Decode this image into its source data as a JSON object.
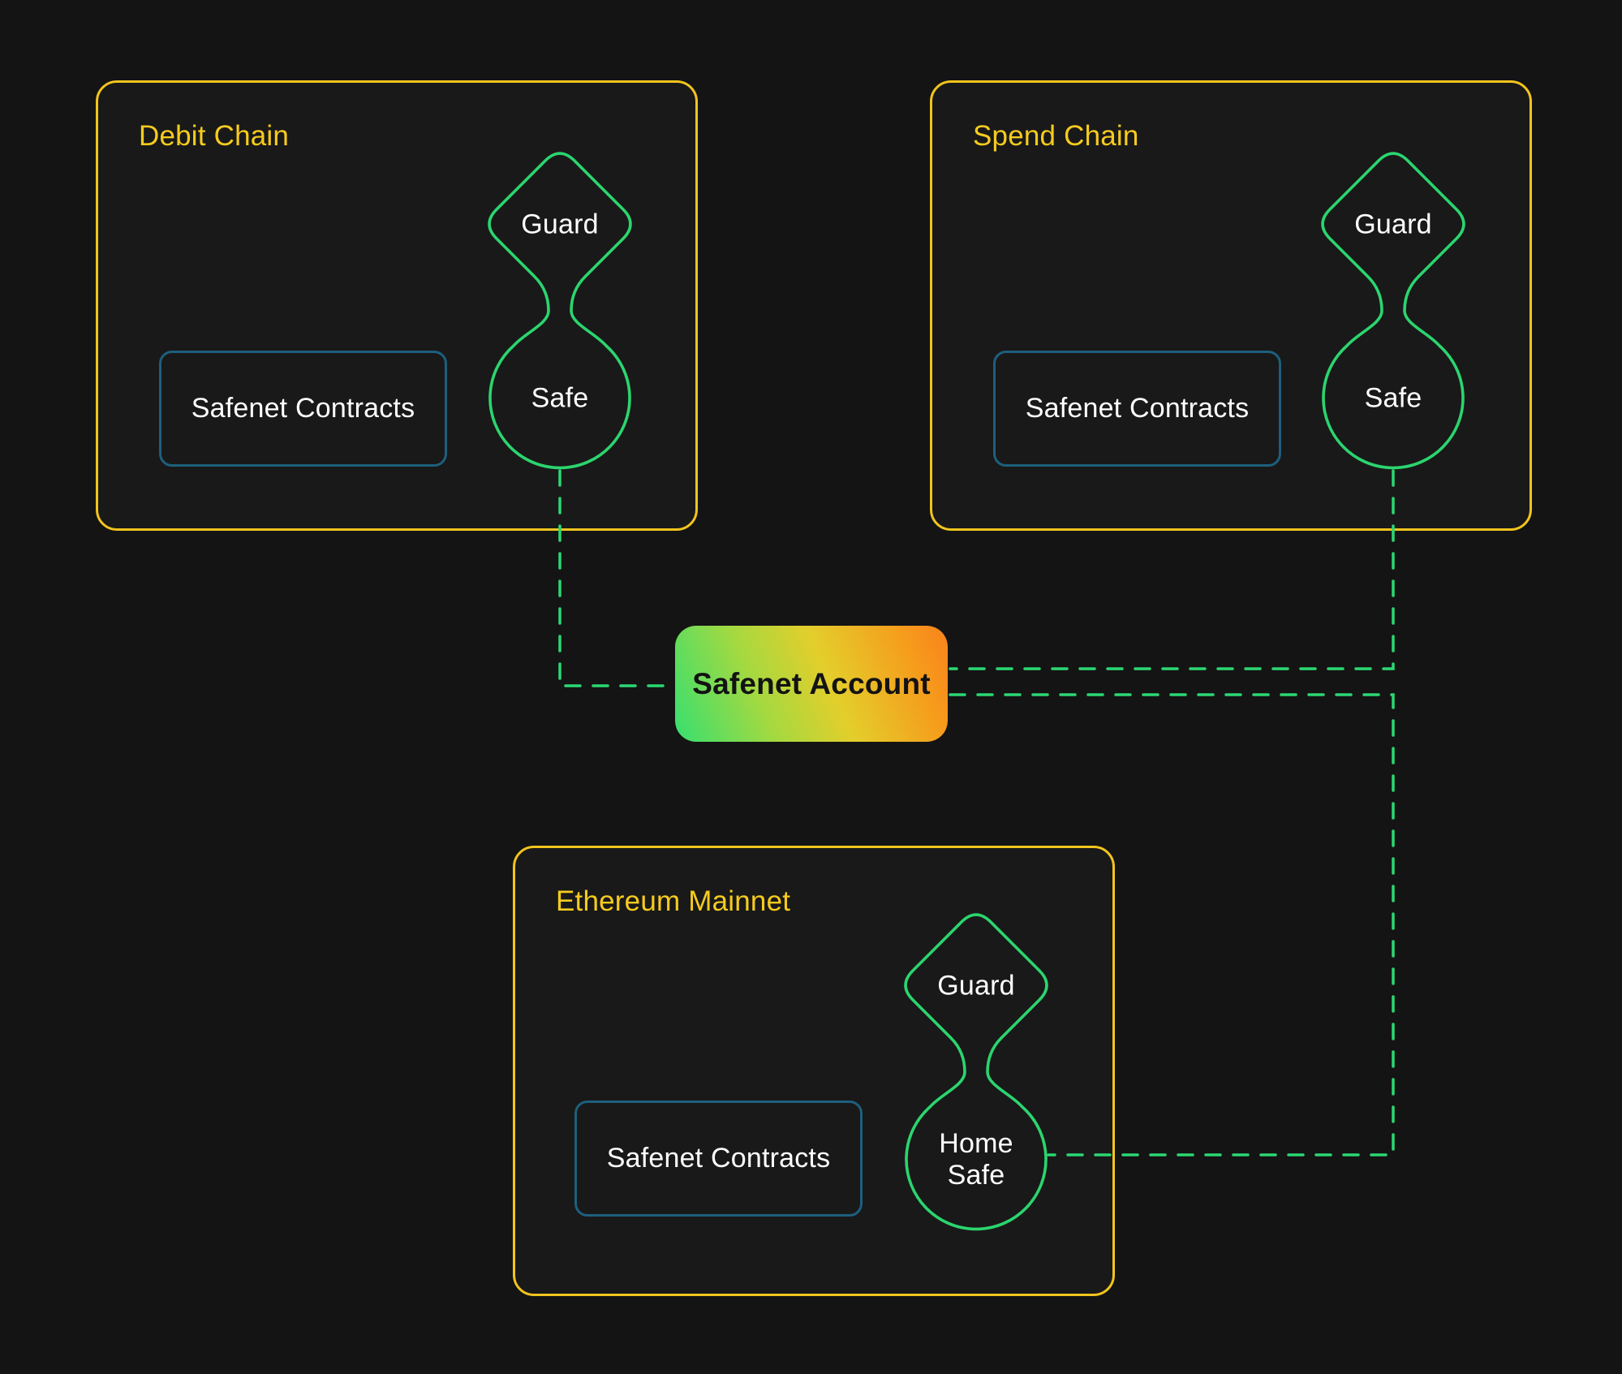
{
  "colors": {
    "background": "#141414",
    "chain_border": "#F2C41D",
    "chain_title": "#F6CB1E",
    "contracts_border": "#1D5F7E",
    "node_stroke": "#2BD56E",
    "connector_stroke": "#2BD873",
    "label_text": "#FFFFFF",
    "account_text": "#131313",
    "account_gradient": [
      "#36DF70",
      "#E3CE2B",
      "#F8821B"
    ]
  },
  "chains": [
    {
      "title": "Debit Chain",
      "contracts_label": "Safenet Contracts",
      "guard_label": "Guard",
      "safe_label": "Safe"
    },
    {
      "title": "Spend Chain",
      "contracts_label": "Safenet Contracts",
      "guard_label": "Guard",
      "safe_label": "Safe"
    },
    {
      "title": "Ethereum Mainnet",
      "contracts_label": "Safenet Contracts",
      "guard_label": "Guard",
      "safe_label_lines": [
        "Home",
        "Safe"
      ]
    }
  ],
  "account": {
    "label": "Safenet Account"
  }
}
